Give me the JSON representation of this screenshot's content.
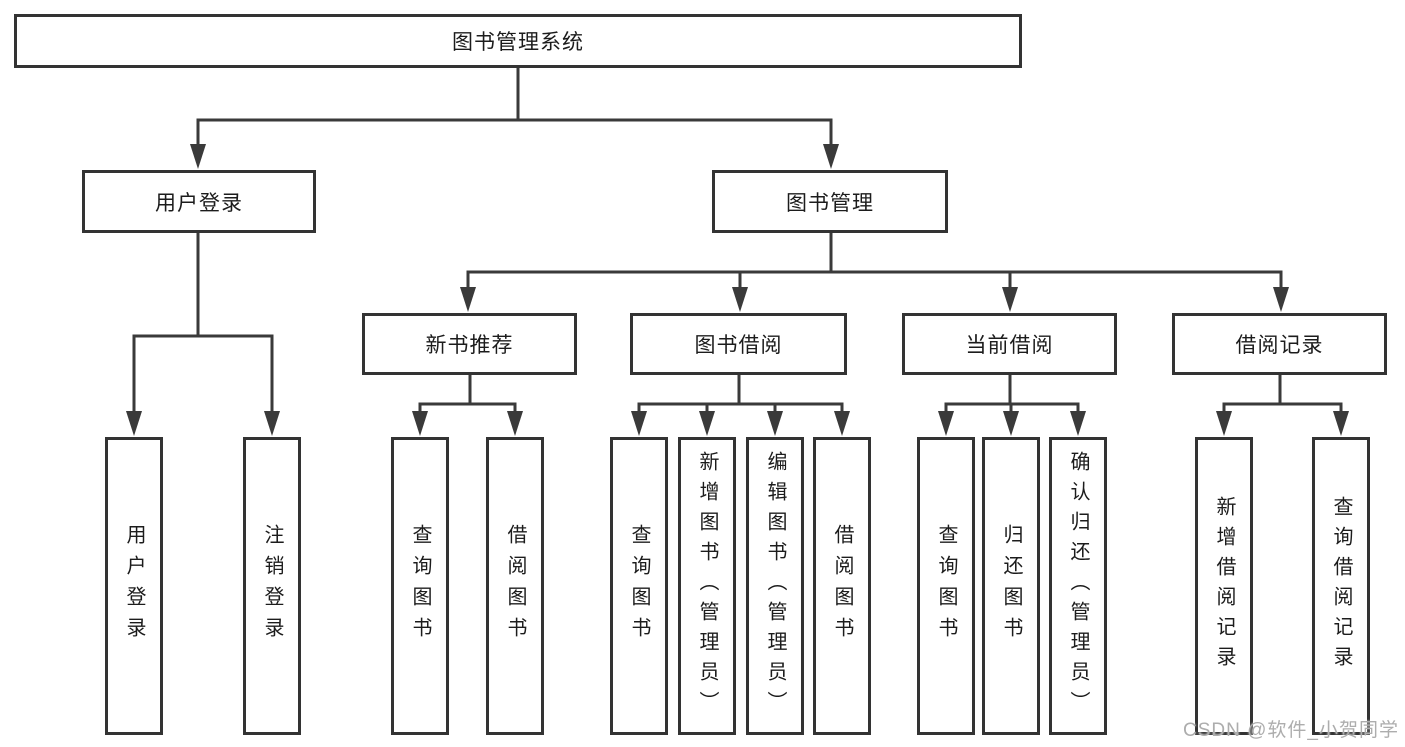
{
  "diagram_title": "图书管理系统",
  "tree": {
    "root": {
      "label": "图书管理系统"
    },
    "level2": [
      {
        "label": "用户登录",
        "children": [
          "用户登录",
          "注销登录"
        ]
      },
      {
        "label": "图书管理",
        "children": [
          {
            "label": "新书推荐",
            "children": [
              "查询图书",
              "借阅图书"
            ]
          },
          {
            "label": "图书借阅",
            "children": [
              "查询图书",
              "新增图书（管理员）",
              "编辑图书（管理员）",
              "借阅图书"
            ]
          },
          {
            "label": "当前借阅",
            "children": [
              "查询图书",
              "归还图书",
              "确认归还（管理员）"
            ]
          },
          {
            "label": "借阅记录",
            "children": [
              "新增借阅记录",
              "查询借阅记录"
            ]
          }
        ]
      }
    ]
  },
  "watermark": "CSDN @软件_小贺同学",
  "colors": {
    "line": "#3a3a3a",
    "box_border": "#333333",
    "text": "#1c1c1c",
    "bg": "#ffffff",
    "watermark": "#adadad"
  }
}
